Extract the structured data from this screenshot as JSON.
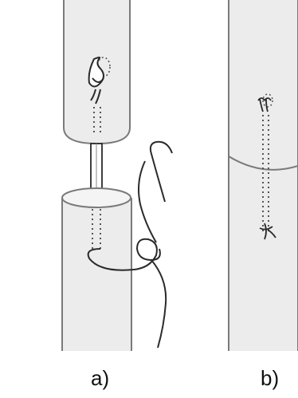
{
  "figure": {
    "panels": [
      {
        "id": "a",
        "label": "a)"
      },
      {
        "id": "b",
        "label": "b)"
      }
    ]
  },
  "colors": {
    "background": "#ffffff",
    "tube_fill": "#ececec",
    "tube_shadow": "#dcdcdc",
    "outline": "#6e6e6e",
    "thread": "#2a2a2a",
    "stitch_dots": "#555555"
  }
}
